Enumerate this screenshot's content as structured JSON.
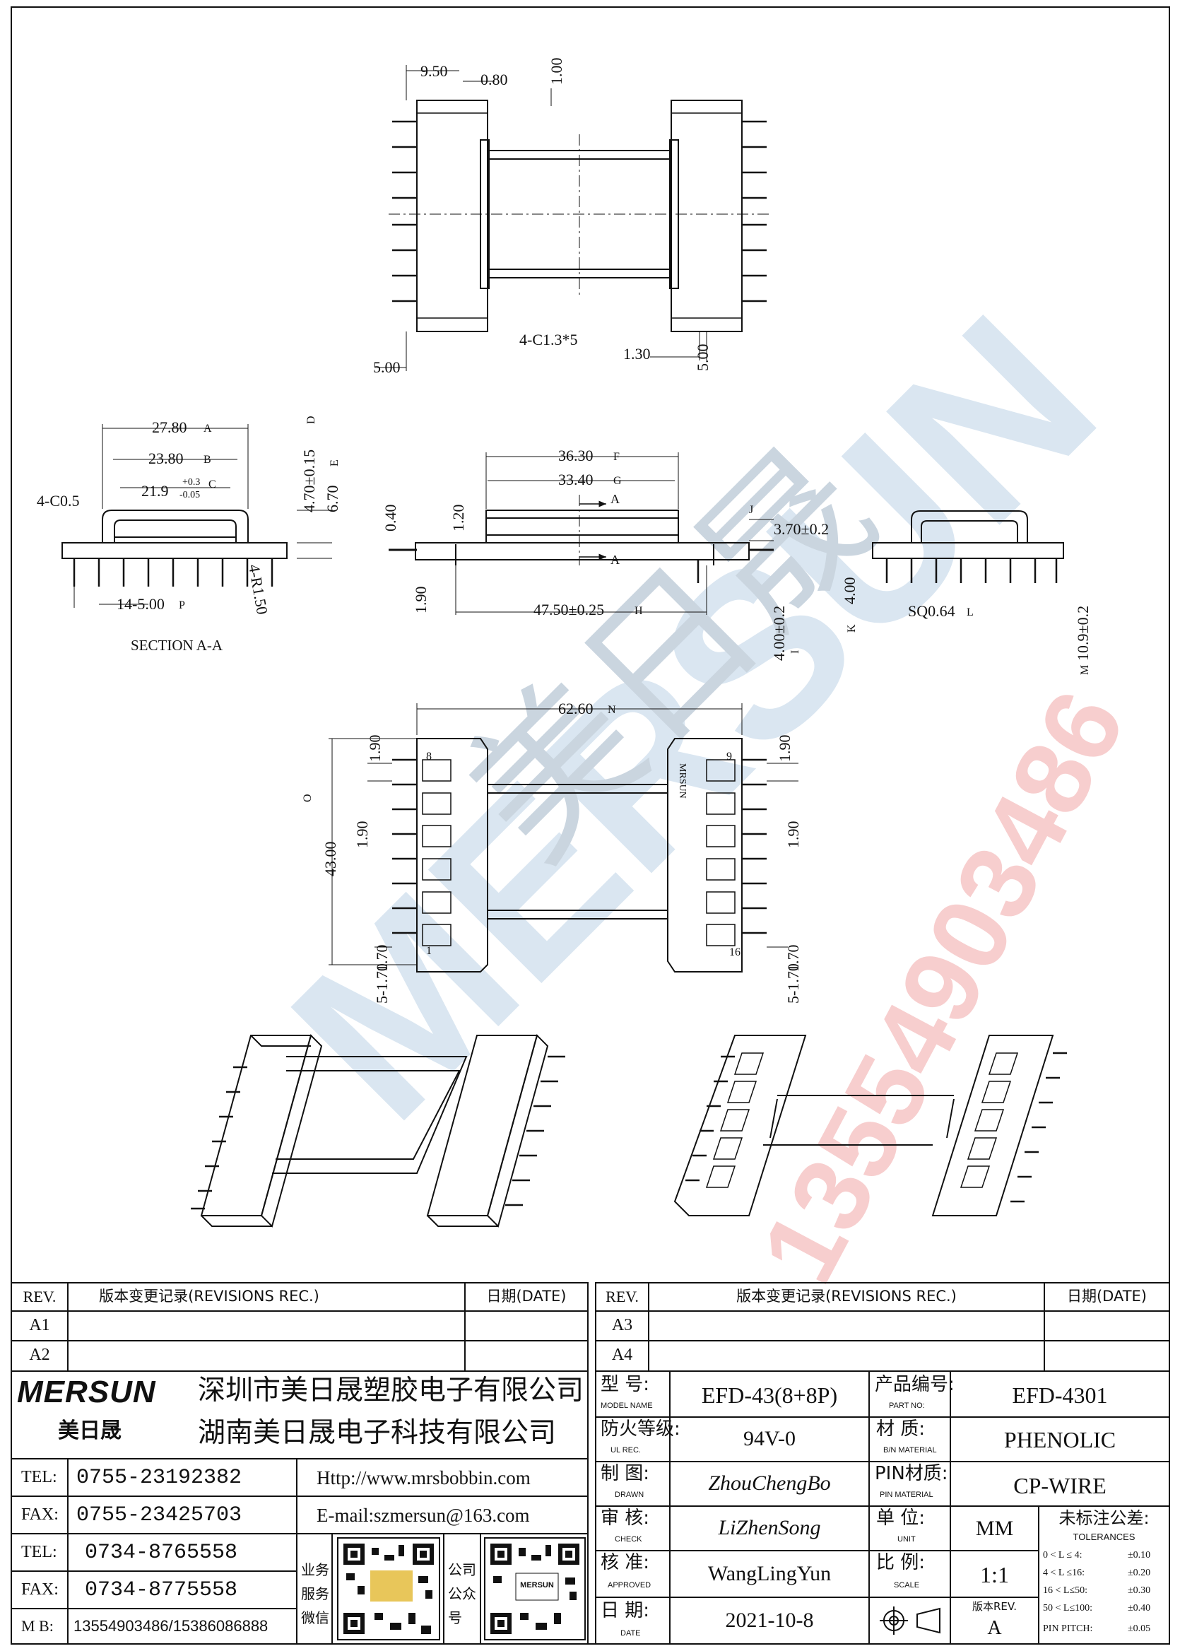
{
  "drawing": {
    "top_dims": {
      "d1": "9.50",
      "d2": "0.80",
      "d3": "1.00",
      "d4": "4-C1.3*5",
      "d5": "1.30",
      "d6": "5.00",
      "d7": "5.00"
    },
    "section": {
      "d_a": "27.80",
      "m_a": "A",
      "d_b": "23.80",
      "m_b": "B",
      "d_c": "21.9",
      "d_c_tol_up": "+0.3",
      "d_c_tol_dn": "-0.05",
      "m_c": "C",
      "d_d": "4.70±0.15",
      "m_d": "D",
      "d_e": "6.70",
      "m_e": "E",
      "chamfer": "4-C0.5",
      "pitch": "14-5.00",
      "m_p": "P",
      "radius": "4-R1.50",
      "caption": "SECTION A-A"
    },
    "side": {
      "d_f": "36.30",
      "m_f": "F",
      "d_g": "33.40",
      "m_g": "G",
      "d_j": "3.70±0.2",
      "m_j": "J",
      "d_h": "47.50±0.25",
      "m_h": "H",
      "d_i": "4.00±0.2",
      "m_i": "I",
      "d_040": "0.40",
      "d_120": "1.20",
      "d_190": "1.90",
      "arrow_a": "A"
    },
    "end": {
      "d_k": "4.00",
      "m_k": "K",
      "d_l": "SQ0.64",
      "m_l": "L",
      "d_m": "10.9±0.2",
      "m_m": "M"
    },
    "bottom": {
      "d_n": "62.60",
      "m_n": "N",
      "d_o": "43.00",
      "m_o": "O",
      "d_190a": "1.90",
      "d_190b": "1.90",
      "d_190c": "1.90",
      "d_190d": "1.90",
      "d_pitch_l": "5-1.70",
      "d_170l": "1.70",
      "d_pitch_r": "5-1.70",
      "d_170r": "1.70",
      "pin_8": "8",
      "pin_1": "1",
      "pin_9": "9",
      "pin_16": "16",
      "logo_small": "MRSUN"
    },
    "watermark": {
      "brand": "MERSUN",
      "cn_brand": "美日晟",
      "phone": "13554903486"
    }
  },
  "revisions": {
    "left": {
      "rev_label": "REV.",
      "rec_label": "版本变更记录(REVISIONS REC.)",
      "date_label": "日期(DATE)",
      "rows": [
        "A1",
        "A2"
      ]
    },
    "right": {
      "rev_label": "REV.",
      "rec_label": "版本变更记录(REVISIONS REC.)",
      "date_label": "日期(DATE)",
      "rows": [
        "A3",
        "A4"
      ]
    }
  },
  "company": {
    "logo": "MERSUN",
    "logo_cn": "美日晟",
    "name1": "深圳市美日晟塑胶电子有限公司",
    "name2": "湖南美日晟电子科技有限公司",
    "rows": [
      {
        "label": "TEL:",
        "value": "0755-23192382"
      },
      {
        "label": "FAX:",
        "value": "0755-23425703"
      },
      {
        "label": "TEL:",
        "value": "0734-8765558"
      },
      {
        "label": "FAX:",
        "value": "0734-8775558"
      },
      {
        "label": "M B:",
        "value": "13554903486/15386086888"
      }
    ],
    "web": "Http://www.mrsbobbin.com",
    "email": "E-mail:szmersun@163.com",
    "qr1_caption": "业务服务微信",
    "qr2_caption": "公司公众号",
    "qr2_logo": "MERSUN"
  },
  "title_block": {
    "model_label": "型 号:",
    "model_label_en": "MODEL NAME",
    "model": "EFD-43(8+8P)",
    "partno_label": "产品编号:",
    "partno_label_en": "PART NO:",
    "partno": "EFD-4301",
    "ul_label": "防火等级:",
    "ul_label_en": "UL REC.",
    "ul": "94V-0",
    "material_label": "材 质:",
    "material_label_en": "B/N MATERIAL",
    "material": "PHENOLIC",
    "drawn_label": "制 图:",
    "drawn_label_en": "DRAWN",
    "drawn": "ZhouChengBo",
    "pinmat_label": "PIN材质:",
    "pinmat_label_en": "PIN MATERIAL",
    "pinmat": "CP-WIRE",
    "check_label": "审 核:",
    "check_label_en": "CHECK",
    "check": "LiZhenSong",
    "unit_label": "单 位:",
    "unit_label_en": "UNIT",
    "unit": "MM",
    "tol_label": "未标注公差:",
    "tol_label_en": "TOLERANCES",
    "approved_label": "核 准:",
    "approved_label_en": "APPROVED",
    "approved": "WangLingYun",
    "scale_label": "比 例:",
    "scale_label_en": "SCALE",
    "scale": "1:1",
    "date_label": "日 期:",
    "date_label_en": "DATE",
    "date": "2021-10-8",
    "version_label": "版本REV.",
    "version": "A",
    "tolerances": [
      {
        "range": "0 < L ≤ 4:",
        "value": "±0.10"
      },
      {
        "range": "4 < L ≤16:",
        "value": "±0.20"
      },
      {
        "range": "16 < L≤50:",
        "value": "±0.30"
      },
      {
        "range": "50 < L≤100:",
        "value": "±0.40"
      },
      {
        "range": "PIN PITCH:",
        "value": "±0.05"
      }
    ]
  }
}
